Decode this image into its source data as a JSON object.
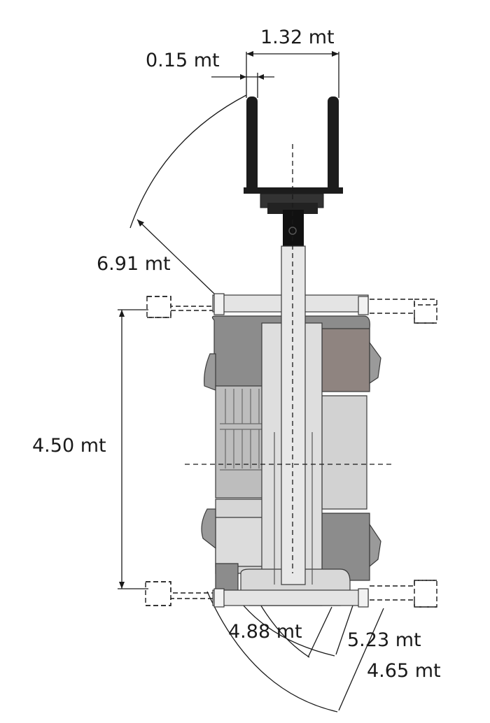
{
  "diagram": {
    "dimensions": {
      "fork_spread": "1.32 mt",
      "fork_width": "0.15 mt",
      "swing_radius": "6.91 mt",
      "wheelbase": "4.50 mt",
      "inner_turn": "4.88 mt",
      "middle_turn": "5.23 mt",
      "outer_turn": "4.65 mt"
    },
    "colors": {
      "ink": "#1a1a1a",
      "fork": "#1c1c1c",
      "tire_dark": "#8c8c8c",
      "tire_brown": "#8f8480",
      "tire_light": "#d2d2d2",
      "body_light": "#dedede",
      "body_mid": "#bdbdbd",
      "boom": "#e8e8e8"
    }
  }
}
